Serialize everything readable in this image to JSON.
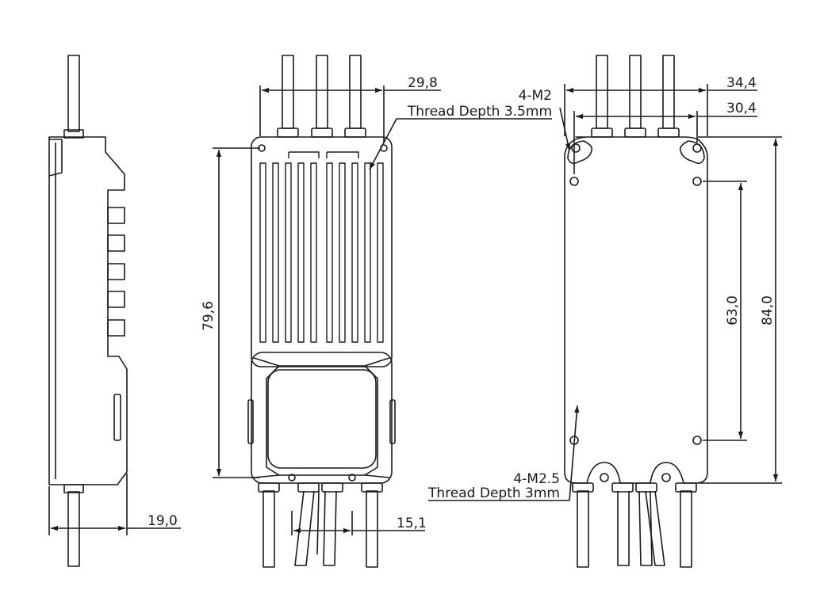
{
  "dimensions": {
    "side_width": "19,0",
    "top_width": "29,8",
    "top_height": "79,6",
    "top_wire_span": "15,1",
    "bottom_outer_width": "34,4",
    "bottom_hole_span_x": "30,4",
    "bottom_hole_span_y": "63,0",
    "bottom_height": "84,0"
  },
  "notes": {
    "top_thread_spec": "4-M2",
    "top_thread_depth": "Thread Depth 3.5mm",
    "bottom_thread_spec": "4-M2.5",
    "bottom_thread_depth": "Thread Depth 3mm"
  },
  "colors": {
    "line": "#1a1a1a",
    "background": "#ffffff"
  }
}
